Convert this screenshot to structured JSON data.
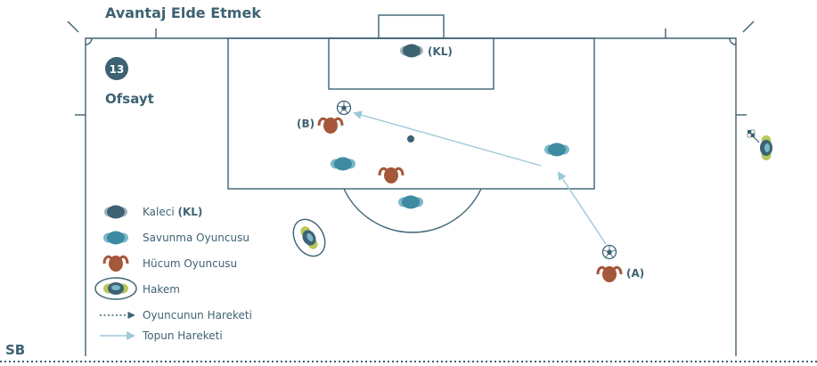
{
  "header": {
    "title": "Avantaj Elde Etmek"
  },
  "badge": {
    "number": "13",
    "topic": "Ofsayt"
  },
  "labels": {
    "kl": "(KL)",
    "b": "(B)",
    "a": "(A)",
    "corner": "SB"
  },
  "legend": {
    "goalkeeper_prefix": "Kaleci ",
    "goalkeeper_suffix": "(KL)",
    "defender": "Savunma Oyuncusu",
    "attacker": "Hücum Oyuncusu",
    "referee": "Hakem",
    "player_move": "Oyuncunun Hareketi",
    "ball_move": "Topun Hareketi"
  },
  "colors": {
    "line": "#3d6273",
    "goalkeeper": "#3d6273",
    "defender": "#3e8aa0",
    "attacker": "#a5573a",
    "referee_accent": "#b8c95a",
    "ball_path": "#9cc8d8"
  },
  "icons": [
    "soccer-ball-icon",
    "corner-flag-icon",
    "player-icon"
  ]
}
